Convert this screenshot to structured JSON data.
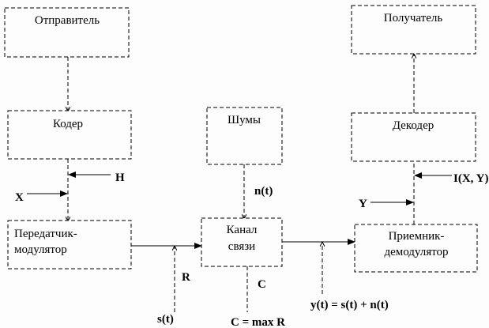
{
  "diagram": {
    "blocks": {
      "sender": {
        "label": "Отправитель"
      },
      "encoder": {
        "label": "Кодер"
      },
      "transmitter": {
        "line1": "Передатчик-",
        "line2": "модулятор"
      },
      "noise": {
        "label": "Шумы"
      },
      "channel": {
        "line1": "Канал",
        "line2": "связи"
      },
      "receiver_block": {
        "label": "Получатель"
      },
      "decoder": {
        "label": "Декодер"
      },
      "demodulator": {
        "line1": "Приемник-",
        "line2": "демодулятор"
      }
    },
    "labels": {
      "H": "H",
      "X": "X",
      "R": "R",
      "s_t": "s(t)",
      "n_t": "n(t)",
      "C": "C",
      "capacity": "C = max R",
      "y_t": "y(t) = s(t) + n(t)",
      "Y": "Y",
      "I_XY": "I(X, Y)"
    }
  }
}
